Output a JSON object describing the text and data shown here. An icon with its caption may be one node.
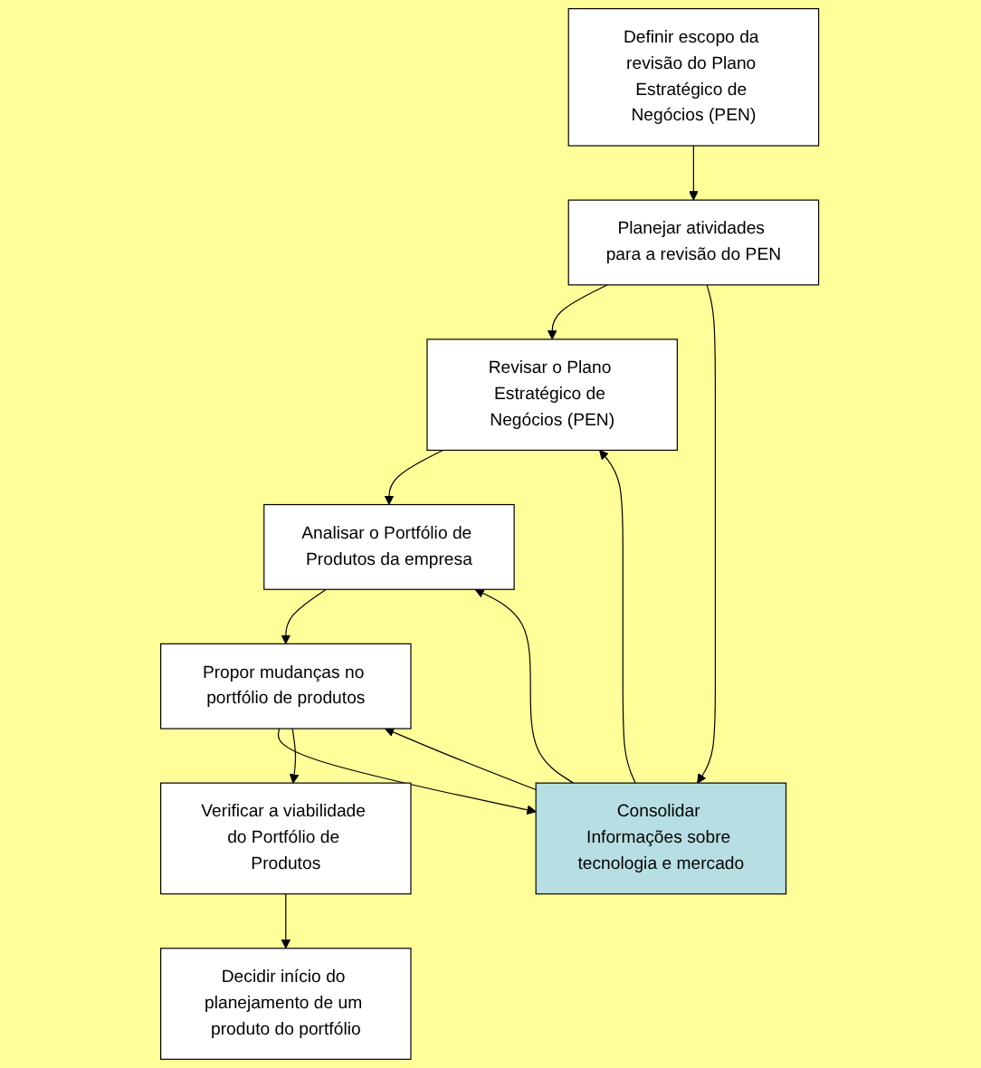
{
  "diagram": {
    "nodes": [
      {
        "text": [
          "Definir escopo da revisão do Plano Estratégico de Negócios (PEN)"
        ]
      },
      {
        "text": [
          "Revisar o Plano Estratégico de Negócios (PEN)"
        ]
      },
      {
        "text": [
          "Planejar atividades para a revisão do PEN"
        ]
      },
      {
        "text": [
          "Consolidar Informações sobre tecnologia e mercado"
        ]
      },
      {
        "text": [
          "Analisar o Portfólio de Produtos da empresa"
        ]
      },
      {
        "text": [
          "Propor mudanças no portfólio de produtos"
        ]
      },
      {
        "text": [
          "Decidir início do planejamento de um produto do portfólio"
        ]
      },
      {
        "text": [
          "Verificar a viabilidade do Portfólio de Produtos"
        ]
      }
    ],
    "edges": [
      {
        "from": 0,
        "to": 2,
        "arrow": "to"
      },
      {
        "from": 2,
        "to": 1,
        "arrow": "to"
      },
      {
        "from": 2,
        "to": 3,
        "arrow": "to"
      },
      {
        "from": 3,
        "to": 1,
        "arrow": "to"
      },
      {
        "from": 1,
        "to": 4,
        "arrow": "to"
      },
      {
        "from": 3,
        "to": 4,
        "arrow": "to"
      },
      {
        "from": 3,
        "to": 5,
        "arrow": "to"
      },
      {
        "from": 5,
        "to": 3,
        "arrow": "to"
      },
      {
        "from": 4,
        "to": 5,
        "arrow": "to"
      },
      {
        "from": 5,
        "to": 7,
        "arrow": "to"
      },
      {
        "from": 7,
        "to": 6,
        "arrow": "to"
      }
    ]
  }
}
